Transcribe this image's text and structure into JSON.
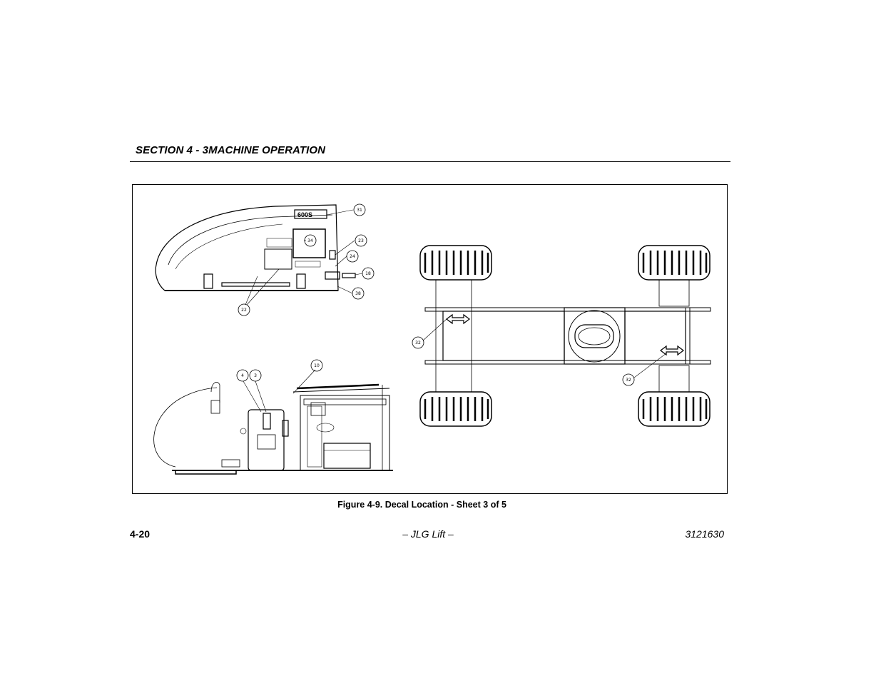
{
  "header": {
    "section_title": "SECTION 4 - 3MACHINE OPERATION"
  },
  "figure": {
    "caption": "Figure 4-9. Decal Location - Sheet 3 of 5",
    "callouts": [
      "31",
      "34",
      "23",
      "24",
      "18",
      "38",
      "22",
      "4",
      "3",
      "10",
      "32",
      "32"
    ],
    "machine_badge": "600S"
  },
  "footer": {
    "page_number": "4-20",
    "center_text": "– JLG Lift –",
    "doc_number": "3121630"
  }
}
